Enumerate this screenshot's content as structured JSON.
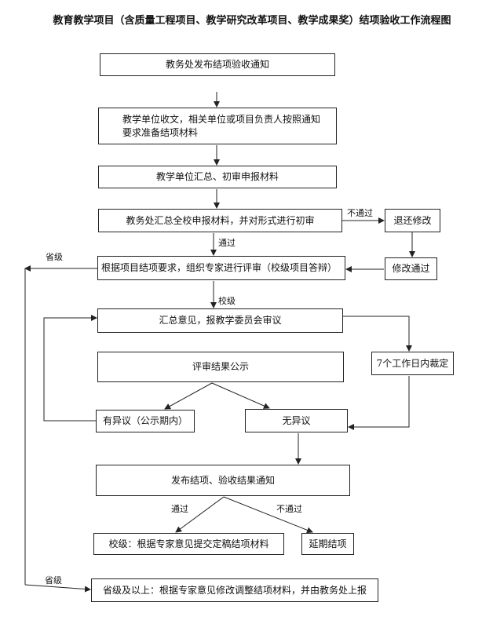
{
  "title": "教育教学项目（含质量工程项目、教学研究改革项目、教学成果奖）结项验收工作流程图",
  "nodes": {
    "notice": "教务处发布结项验收通知",
    "prepare_line1": "教学单位收文，相关单位或项目负责人按照通知",
    "prepare_line2": "要求准备结项材料",
    "summarize": "教学单位汇总、初审申报材料",
    "preliminary_review": "教务处汇总全校申报材料，并对形式进行初审",
    "return_modify": "退还修改",
    "modified_pass": "修改通过",
    "expert_review": "根据项目结项要求，组织专家进行评审（校级项目答辩）",
    "committee": "汇总意见，报教学委员会审议",
    "publicity": "评审结果公示",
    "ruling": "7个工作日内裁定",
    "has_objection": "有异议（公示期内）",
    "no_objection": "无异议",
    "publish": "发布结项、验收结果通知",
    "school_final": "校级：根据专家意见提交定稿结项材料",
    "delay": "延期结项",
    "provincial_final": "省级及以上：根据专家意见修改调整结项材料，并由教务处上报"
  },
  "edge_labels": {
    "fail_1": "不通过",
    "pass_1": "通过",
    "provincial_1": "省级",
    "school_level": "校级",
    "pass_2": "通过",
    "fail_2": "不通过",
    "provincial_2": "省级"
  }
}
